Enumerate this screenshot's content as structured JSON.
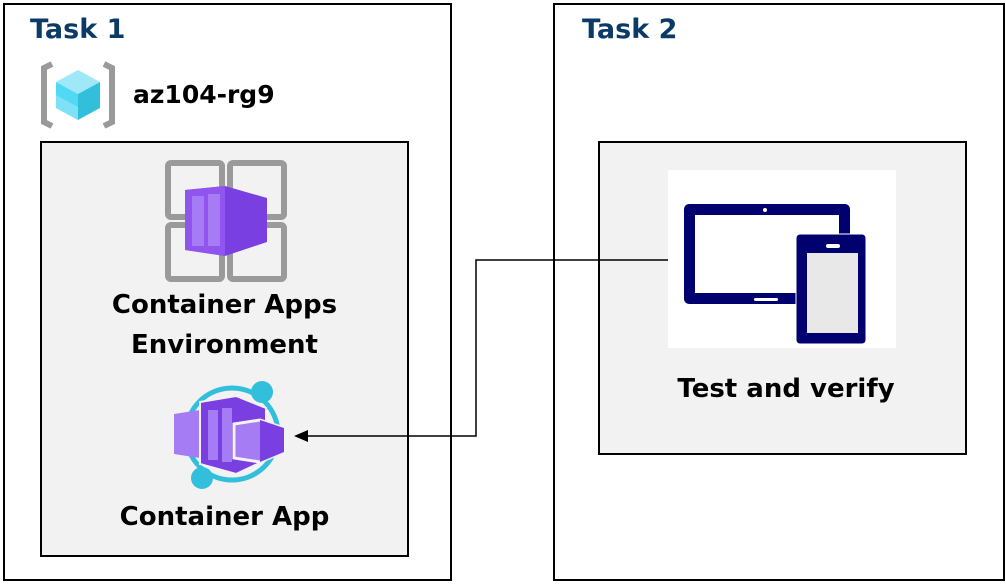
{
  "task1": {
    "title": "Task 1",
    "resource_group": {
      "name": "az104-rg9",
      "icon": "resource-group-icon"
    },
    "environment": {
      "label_line1": "Container Apps",
      "label_line2": "Environment",
      "icon": "container-apps-environment-icon"
    },
    "app": {
      "label": "Container App",
      "icon": "container-app-icon"
    }
  },
  "task2": {
    "title": "Task 2",
    "test": {
      "label": "Test and verify",
      "icon": "tablet-phone-icon"
    }
  },
  "colors": {
    "title": "#0b3a66",
    "purple": "#7a3fe0",
    "cyan": "#32bfdc",
    "device": "#00006e",
    "panel": "#f2f2f2"
  }
}
